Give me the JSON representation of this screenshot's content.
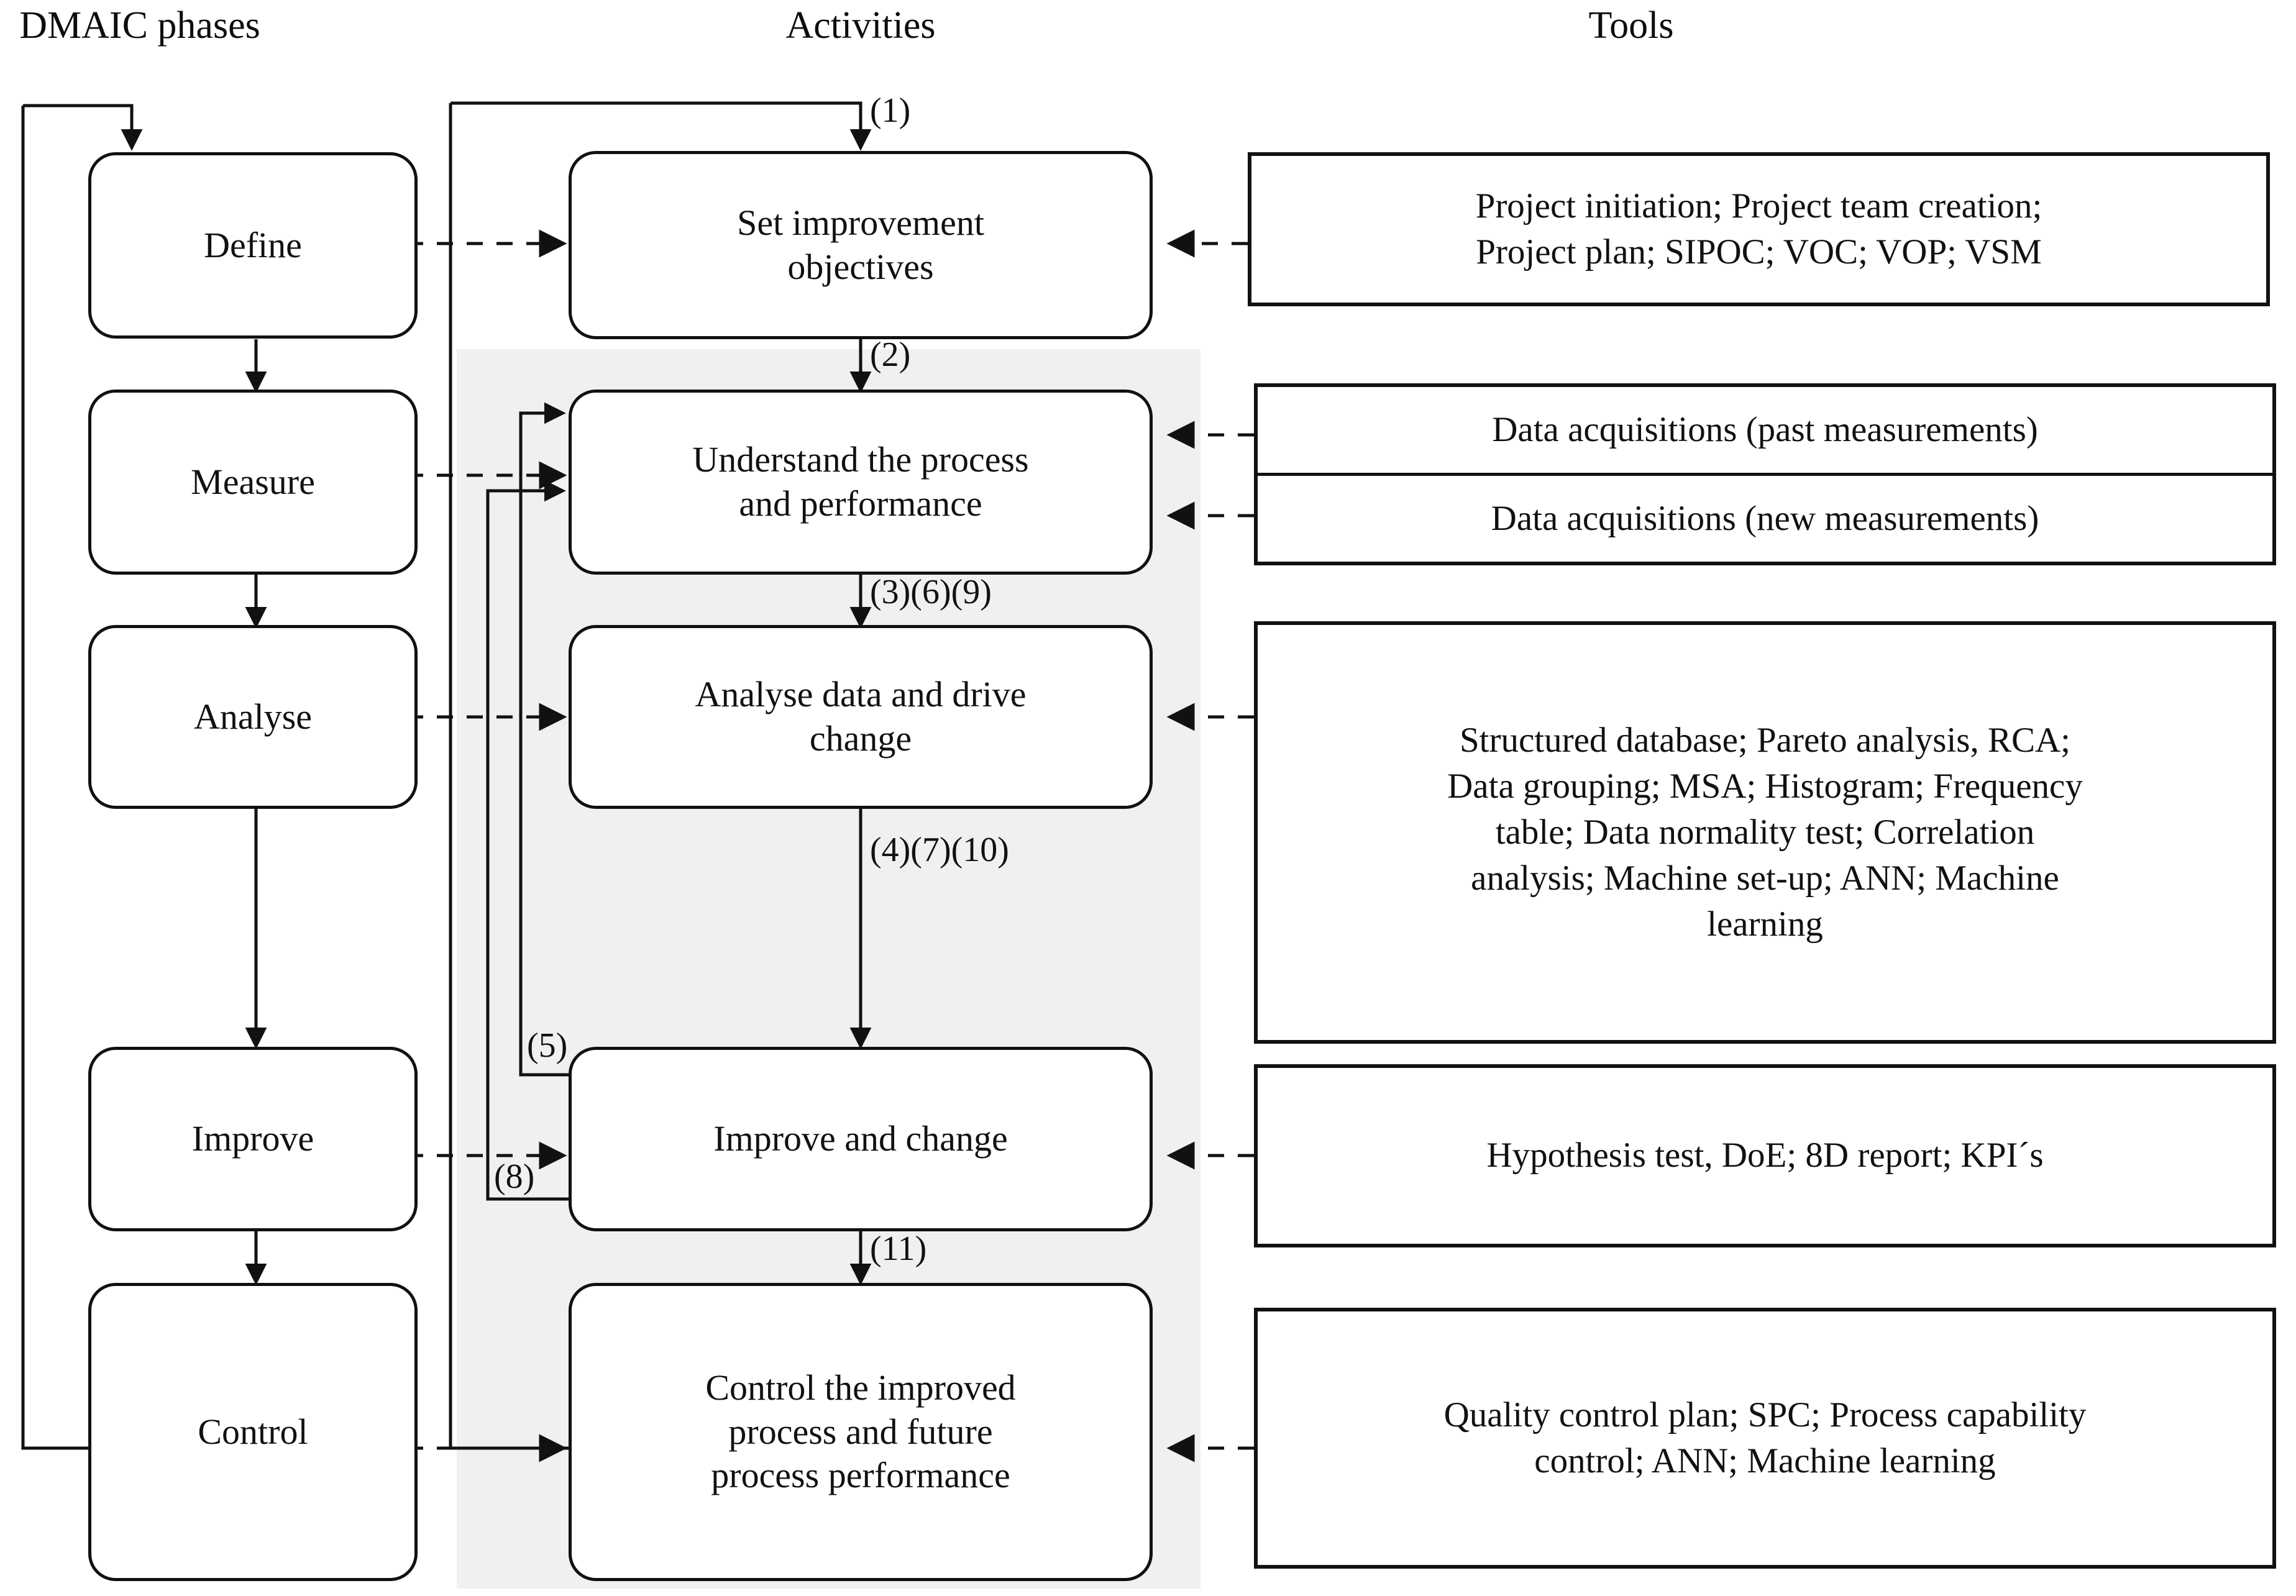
{
  "diagram": {
    "title_columns": [
      {
        "key": "phases",
        "label": "DMAIC phases"
      },
      {
        "key": "activities",
        "label": "Activities"
      },
      {
        "key": "tools",
        "label": "Tools"
      }
    ],
    "phases": [
      {
        "id": "define",
        "label": "Define"
      },
      {
        "id": "measure",
        "label": "Measure"
      },
      {
        "id": "analyse",
        "label": "Analyse"
      },
      {
        "id": "improve",
        "label": "Improve"
      },
      {
        "id": "control",
        "label": "Control"
      }
    ],
    "activities": [
      {
        "id": "set-objectives",
        "line1": "Set improvement",
        "line2": "objectives"
      },
      {
        "id": "understand-process",
        "line1": "Understand the process",
        "line2": "and performance"
      },
      {
        "id": "analyse-data",
        "line1": "Analyse data and drive",
        "line2": "change"
      },
      {
        "id": "improve-change",
        "line1": "Improve and change",
        "line2": ""
      },
      {
        "id": "control-process",
        "line1": "Control the improved",
        "line2": "process and future",
        "line3": "process performance"
      }
    ],
    "tools": [
      {
        "id": "tools-define",
        "lines": [
          "Project initiation; Project team creation;",
          "Project plan; SIPOC; VOC; VOP; VSM"
        ]
      },
      {
        "id": "tools-measure",
        "split": true,
        "rows": [
          "Data acquisitions (past measurements)",
          "Data acquisitions (new measurements)"
        ]
      },
      {
        "id": "tools-analyse",
        "lines": [
          "Structured database; Pareto analysis, RCA;",
          "Data grouping; MSA; Histogram; Frequency",
          "table; Data normality test; Correlation",
          "analysis; Machine set-up; ANN; Machine",
          "learning"
        ]
      },
      {
        "id": "tools-improve",
        "lines": [
          "Hypothesis test, DoE; 8D report; KPI´s"
        ]
      },
      {
        "id": "tools-control",
        "lines": [
          "Quality control plan; SPC; Process capability",
          "control; ANN; Machine learning"
        ]
      }
    ],
    "flow_labels": [
      {
        "id": "step-1",
        "text": "(1)"
      },
      {
        "id": "step-2",
        "text": "(2)"
      },
      {
        "id": "step-3-6-9",
        "text": "(3)(6)(9)"
      },
      {
        "id": "step-4-7-10",
        "text": "(4)(7)(10)"
      },
      {
        "id": "step-5",
        "text": "(5)"
      },
      {
        "id": "step-8",
        "text": "(8)"
      },
      {
        "id": "step-11",
        "text": "(11)"
      }
    ],
    "colors": {
      "line": "#111111",
      "band": "#f0f0f0",
      "text": "#111111",
      "background": "#ffffff"
    }
  }
}
